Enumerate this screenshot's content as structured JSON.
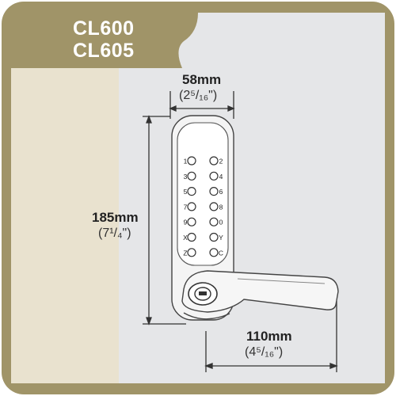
{
  "models": [
    "CL600",
    "CL605"
  ],
  "dimensions": {
    "width": {
      "main": "58mm",
      "sub": "(2⁵/₁₆\")"
    },
    "height": {
      "main": "185mm",
      "sub": "(7¹/₄\")"
    },
    "depth": {
      "main": "110mm",
      "sub": "(4⁵/₁₆\")"
    }
  },
  "keypad": [
    [
      "1",
      "2"
    ],
    [
      "3",
      "4"
    ],
    [
      "5",
      "6"
    ],
    [
      "7",
      "8"
    ],
    [
      "9",
      "0"
    ],
    [
      "X",
      "Y"
    ],
    [
      "Z",
      "C"
    ]
  ],
  "colors": {
    "border": "#a09468",
    "tan_panel": "#e9e2cf",
    "grey_panel": "#e5e6e8",
    "title_text": "#ffffff",
    "dimension_line": "#333333"
  }
}
